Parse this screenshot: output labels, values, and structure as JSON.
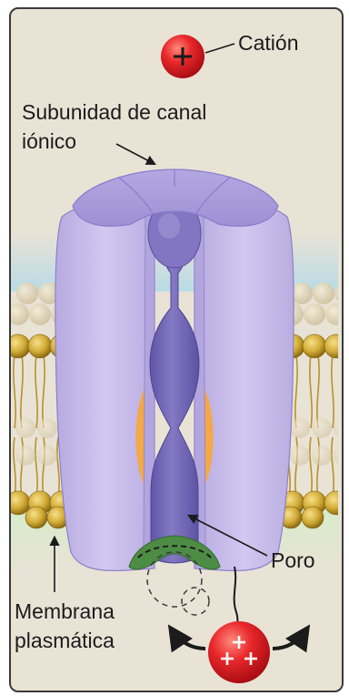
{
  "labels": {
    "cation": "Catión",
    "subunit_line1": "Subunidad de canal",
    "subunit_line2": "iónico",
    "pore": "Poro",
    "membrane_line1": "Membrana",
    "membrane_line2": "plasmática",
    "cation_symbol": "+",
    "cations_symbol": "+ + +"
  },
  "colors": {
    "background": "#e9e3d6",
    "protein": "#c3b7e6",
    "protein_dark": "#7266b6",
    "cation_red": "#e0262a",
    "lipid_head": "#caa434",
    "hydrophobic_orange": "#f4a846",
    "anchor_green": "#4d8c45",
    "extracellular": "#b9dbe6",
    "intracellular": "#cfe6bf"
  },
  "icons": {
    "cation": "plus-sign-circle",
    "arrows": "curved-arrow"
  }
}
